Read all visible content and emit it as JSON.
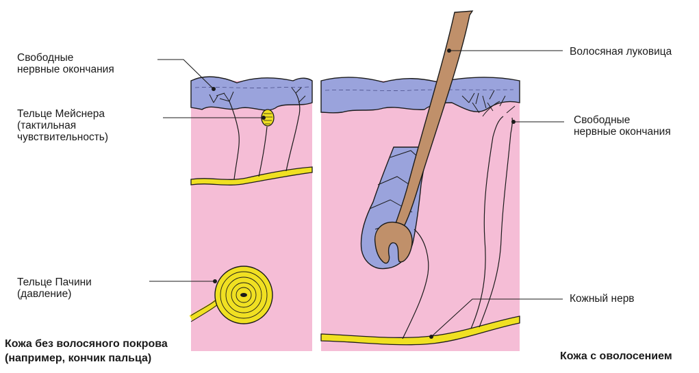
{
  "labels": {
    "free_nerve_endings_left": "Свободные\nнервные окончания",
    "meissner_corpuscle": "Тельце Мейснера\n(тактильная\nчувствительность)",
    "pacinian_corpuscle": "Тельце Пачини\n(давление)",
    "hair_bulb": "Волосяная луковица",
    "free_nerve_endings_right": "Свободные\nнервные окончания",
    "cutaneous_nerve": "Кожный нерв"
  },
  "captions": {
    "glabrous_skin": "Кожа без волосяного покрова\n(например, кончик пальца)",
    "hairy_skin": "Кожа с оволосением"
  },
  "colors": {
    "dermis": "#f5bdd6",
    "epidermis": "#9aa3dc",
    "nerve": "#f0e022",
    "hair": "#c0906a",
    "outline": "#1a1a1a"
  }
}
